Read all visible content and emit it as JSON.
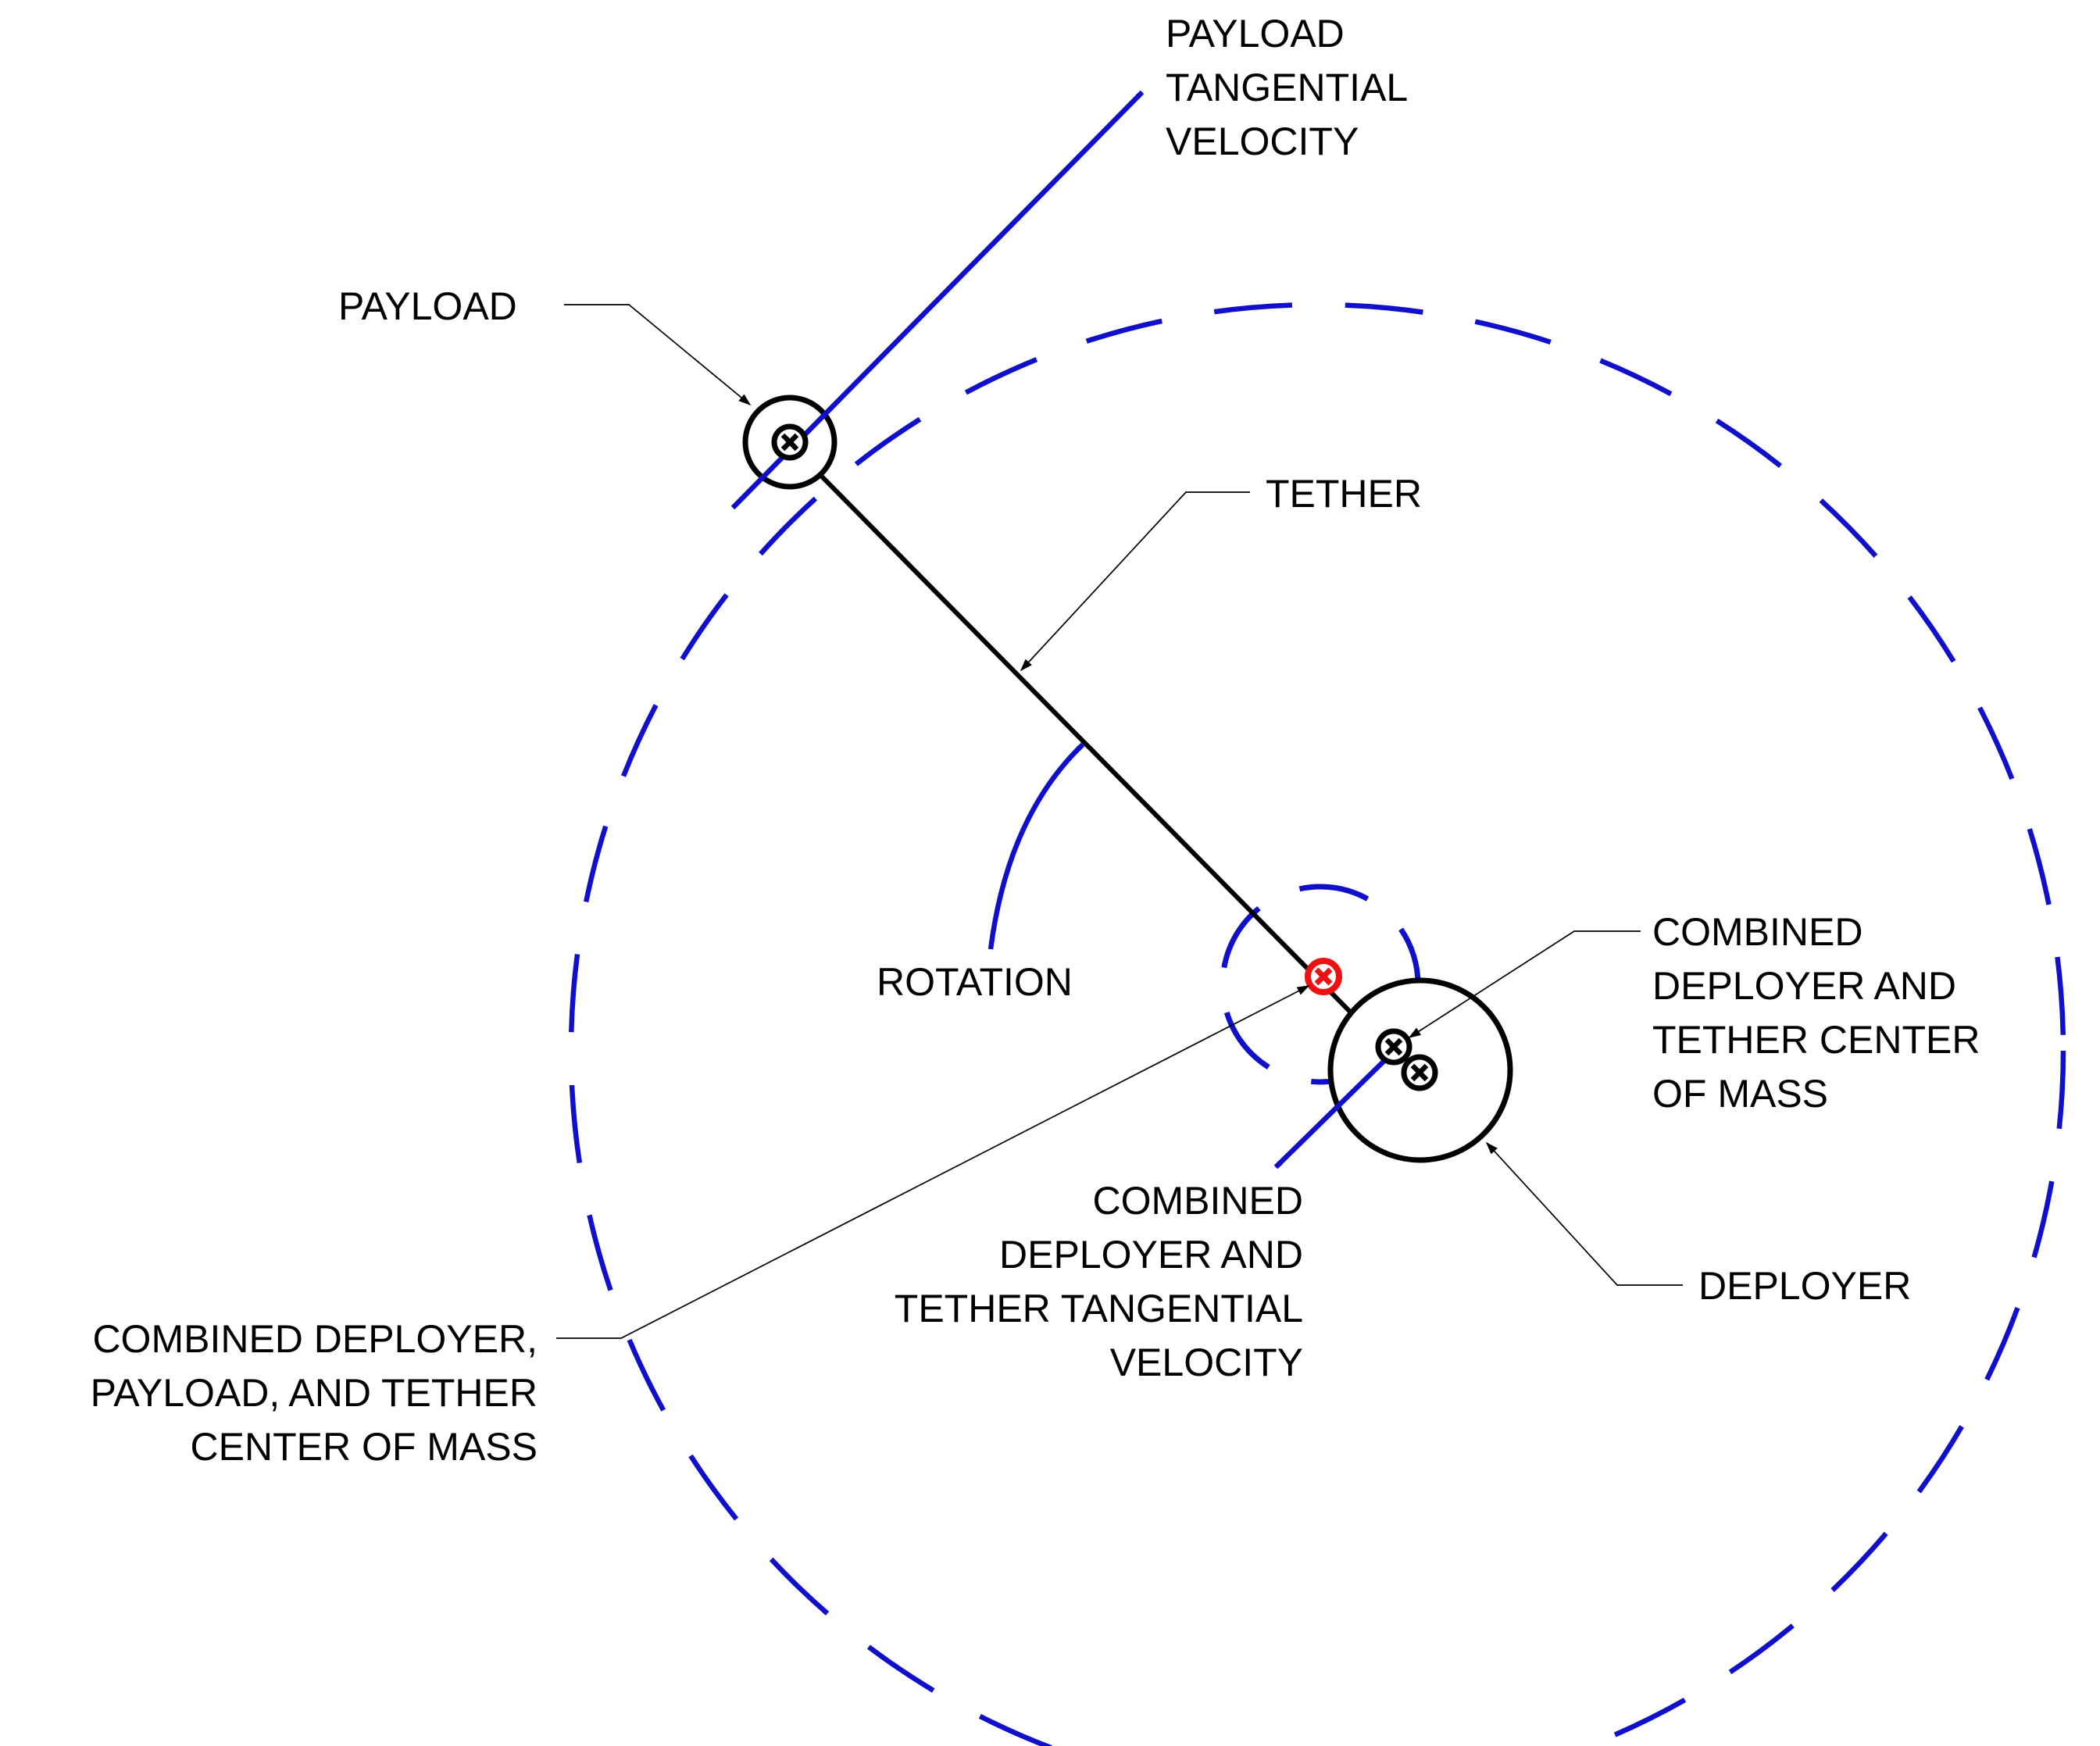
{
  "colors": {
    "orbit": "#1010cc",
    "vector": "#1010cc",
    "structure": "#000000",
    "system_center": "#ee1111"
  },
  "labels": {
    "payload_velocity": [
      "PAYLOAD",
      "TANGENTIAL",
      "VELOCITY"
    ],
    "payload": "PAYLOAD",
    "tether": "TETHER",
    "rotation": "ROTATION",
    "deployer_tether_com": [
      "COMBINED",
      "DEPLOYER AND",
      "TETHER CENTER",
      "OF MASS"
    ],
    "deployer_tether_velocity": [
      "COMBINED",
      "DEPLOYER AND",
      "TETHER TANGENTIAL",
      "VELOCITY"
    ],
    "deployer": "DEPLOYER",
    "system_com": [
      "COMBINED DEPLOYER,",
      "PAYLOAD, AND TETHER",
      "CENTER OF MASS"
    ]
  },
  "icons": {
    "center_mark": "circled-x-icon",
    "arrowhead": "arrowhead-icon"
  }
}
